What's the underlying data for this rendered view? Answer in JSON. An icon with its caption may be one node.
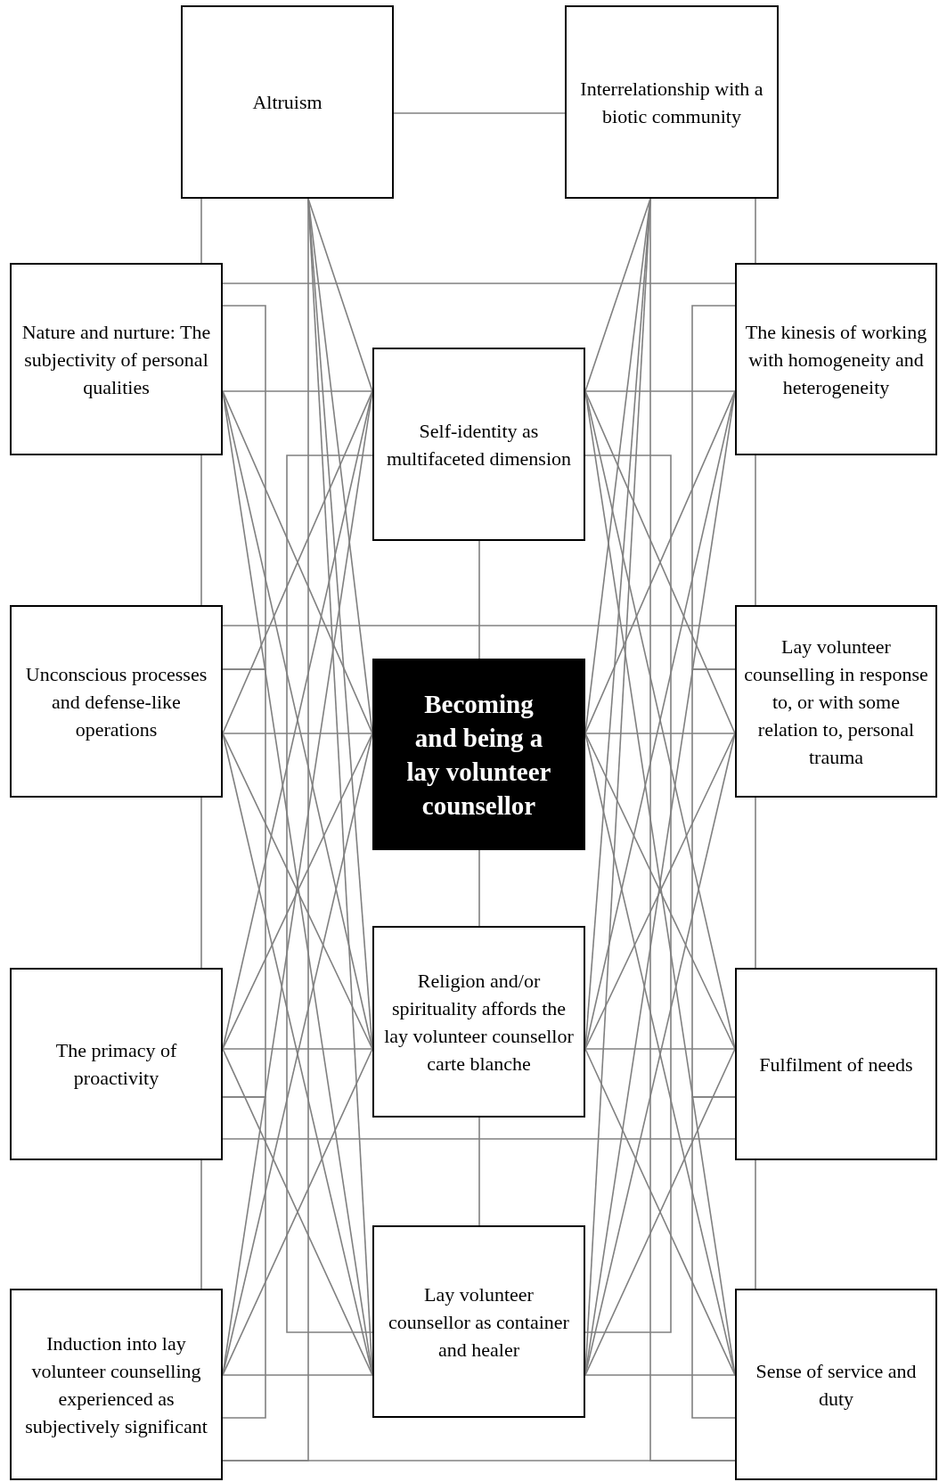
{
  "diagram": {
    "nodes": [
      {
        "text": [
          "Altruism"
        ]
      },
      {
        "text": [
          "Interrelationship with a biotic community"
        ]
      },
      {
        "text": [
          "Nature and nurture: The subjectivity of personal qualities"
        ]
      },
      {
        "text": [
          "The kinesis of working with homogeneity and heterogeneity"
        ]
      },
      {
        "text": [
          "Self-identity as multifaceted dimension"
        ]
      },
      {
        "text": [
          "Unconscious processes and defense-like operations"
        ]
      },
      {
        "text": [
          "Lay volunteer counselling in response to, or with some relation to, personal trauma"
        ]
      },
      {
        "text": [
          "Becoming and being a lay volunteer counsellor"
        ]
      },
      {
        "text": [
          "The primacy of proactivity"
        ]
      },
      {
        "text": [
          "Religion and/or spirituality affords the lay volunteer counsellor carte blanche"
        ]
      },
      {
        "text": [
          "Fulfilment of needs"
        ]
      },
      {
        "text": [
          "Induction into lay volunteer counselling experienced as subjectively significant"
        ]
      },
      {
        "text": [
          "Lay volunteer counsellor as container and healer"
        ]
      },
      {
        "text": [
          "Sense of service and duty"
        ]
      }
    ],
    "edges": [
      {
        "from": 0,
        "to": 1,
        "arrow": "none"
      },
      {
        "from": 0,
        "to": 2,
        "arrow": "none"
      },
      {
        "from": 2,
        "to": 5,
        "arrow": "none"
      },
      {
        "from": 5,
        "to": 8,
        "arrow": "none"
      },
      {
        "from": 8,
        "to": 11,
        "arrow": "none"
      },
      {
        "from": 1,
        "to": 3,
        "arrow": "none"
      },
      {
        "from": 3,
        "to": 6,
        "arrow": "none"
      },
      {
        "from": 6,
        "to": 10,
        "arrow": "none"
      },
      {
        "from": 10,
        "to": 13,
        "arrow": "none"
      },
      {
        "from": 4,
        "to": 7,
        "arrow": "none"
      },
      {
        "from": 7,
        "to": 9,
        "arrow": "none"
      },
      {
        "from": 9,
        "to": 12,
        "arrow": "none"
      },
      {
        "from": 2,
        "to": 3,
        "arrow": "none"
      },
      {
        "from": 5,
        "to": 6,
        "arrow": "none"
      },
      {
        "from": 8,
        "to": 10,
        "arrow": "none"
      },
      {
        "from": 11,
        "to": 13,
        "arrow": "none"
      },
      {
        "from": 2,
        "to": 5,
        "arrow": "none"
      },
      {
        "from": 5,
        "to": 8,
        "arrow": "none"
      },
      {
        "from": 8,
        "to": 11,
        "arrow": "none"
      },
      {
        "from": 3,
        "to": 6,
        "arrow": "none"
      },
      {
        "from": 6,
        "to": 10,
        "arrow": "none"
      },
      {
        "from": 10,
        "to": 13,
        "arrow": "none"
      },
      {
        "from": 4,
        "to": 12,
        "arrow": "none"
      },
      {
        "from": 4,
        "to": 12,
        "arrow": "none"
      },
      {
        "from": 0,
        "to": 11,
        "arrow": "none"
      },
      {
        "from": 1,
        "to": 13,
        "arrow": "none"
      },
      {
        "from": 0,
        "to": 4,
        "arrow": "none"
      },
      {
        "from": 0,
        "to": 7,
        "arrow": "none"
      },
      {
        "from": 0,
        "to": 9,
        "arrow": "none"
      },
      {
        "from": 0,
        "to": 12,
        "arrow": "none"
      },
      {
        "from": 2,
        "to": 4,
        "arrow": "none"
      },
      {
        "from": 2,
        "to": 7,
        "arrow": "none"
      },
      {
        "from": 2,
        "to": 9,
        "arrow": "none"
      },
      {
        "from": 2,
        "to": 12,
        "arrow": "none"
      },
      {
        "from": 5,
        "to": 4,
        "arrow": "none"
      },
      {
        "from": 5,
        "to": 7,
        "arrow": "none"
      },
      {
        "from": 5,
        "to": 9,
        "arrow": "none"
      },
      {
        "from": 5,
        "to": 12,
        "arrow": "none"
      },
      {
        "from": 8,
        "to": 4,
        "arrow": "none"
      },
      {
        "from": 8,
        "to": 7,
        "arrow": "none"
      },
      {
        "from": 8,
        "to": 9,
        "arrow": "none"
      },
      {
        "from": 8,
        "to": 12,
        "arrow": "none"
      },
      {
        "from": 11,
        "to": 4,
        "arrow": "none"
      },
      {
        "from": 11,
        "to": 7,
        "arrow": "none"
      },
      {
        "from": 11,
        "to": 9,
        "arrow": "none"
      },
      {
        "from": 11,
        "to": 12,
        "arrow": "none"
      },
      {
        "from": 1,
        "to": 4,
        "arrow": "none"
      },
      {
        "from": 1,
        "to": 7,
        "arrow": "none"
      },
      {
        "from": 1,
        "to": 9,
        "arrow": "none"
      },
      {
        "from": 1,
        "to": 12,
        "arrow": "none"
      },
      {
        "from": 3,
        "to": 4,
        "arrow": "none"
      },
      {
        "from": 3,
        "to": 7,
        "arrow": "none"
      },
      {
        "from": 3,
        "to": 9,
        "arrow": "none"
      },
      {
        "from": 3,
        "to": 12,
        "arrow": "none"
      },
      {
        "from": 6,
        "to": 4,
        "arrow": "none"
      },
      {
        "from": 6,
        "to": 7,
        "arrow": "none"
      },
      {
        "from": 6,
        "to": 9,
        "arrow": "none"
      },
      {
        "from": 6,
        "to": 12,
        "arrow": "none"
      },
      {
        "from": 10,
        "to": 4,
        "arrow": "none"
      },
      {
        "from": 10,
        "to": 7,
        "arrow": "none"
      },
      {
        "from": 10,
        "to": 9,
        "arrow": "none"
      },
      {
        "from": 10,
        "to": 12,
        "arrow": "none"
      },
      {
        "from": 13,
        "to": 4,
        "arrow": "none"
      },
      {
        "from": 13,
        "to": 7,
        "arrow": "none"
      },
      {
        "from": 13,
        "to": 9,
        "arrow": "none"
      },
      {
        "from": 13,
        "to": 12,
        "arrow": "none"
      }
    ]
  }
}
